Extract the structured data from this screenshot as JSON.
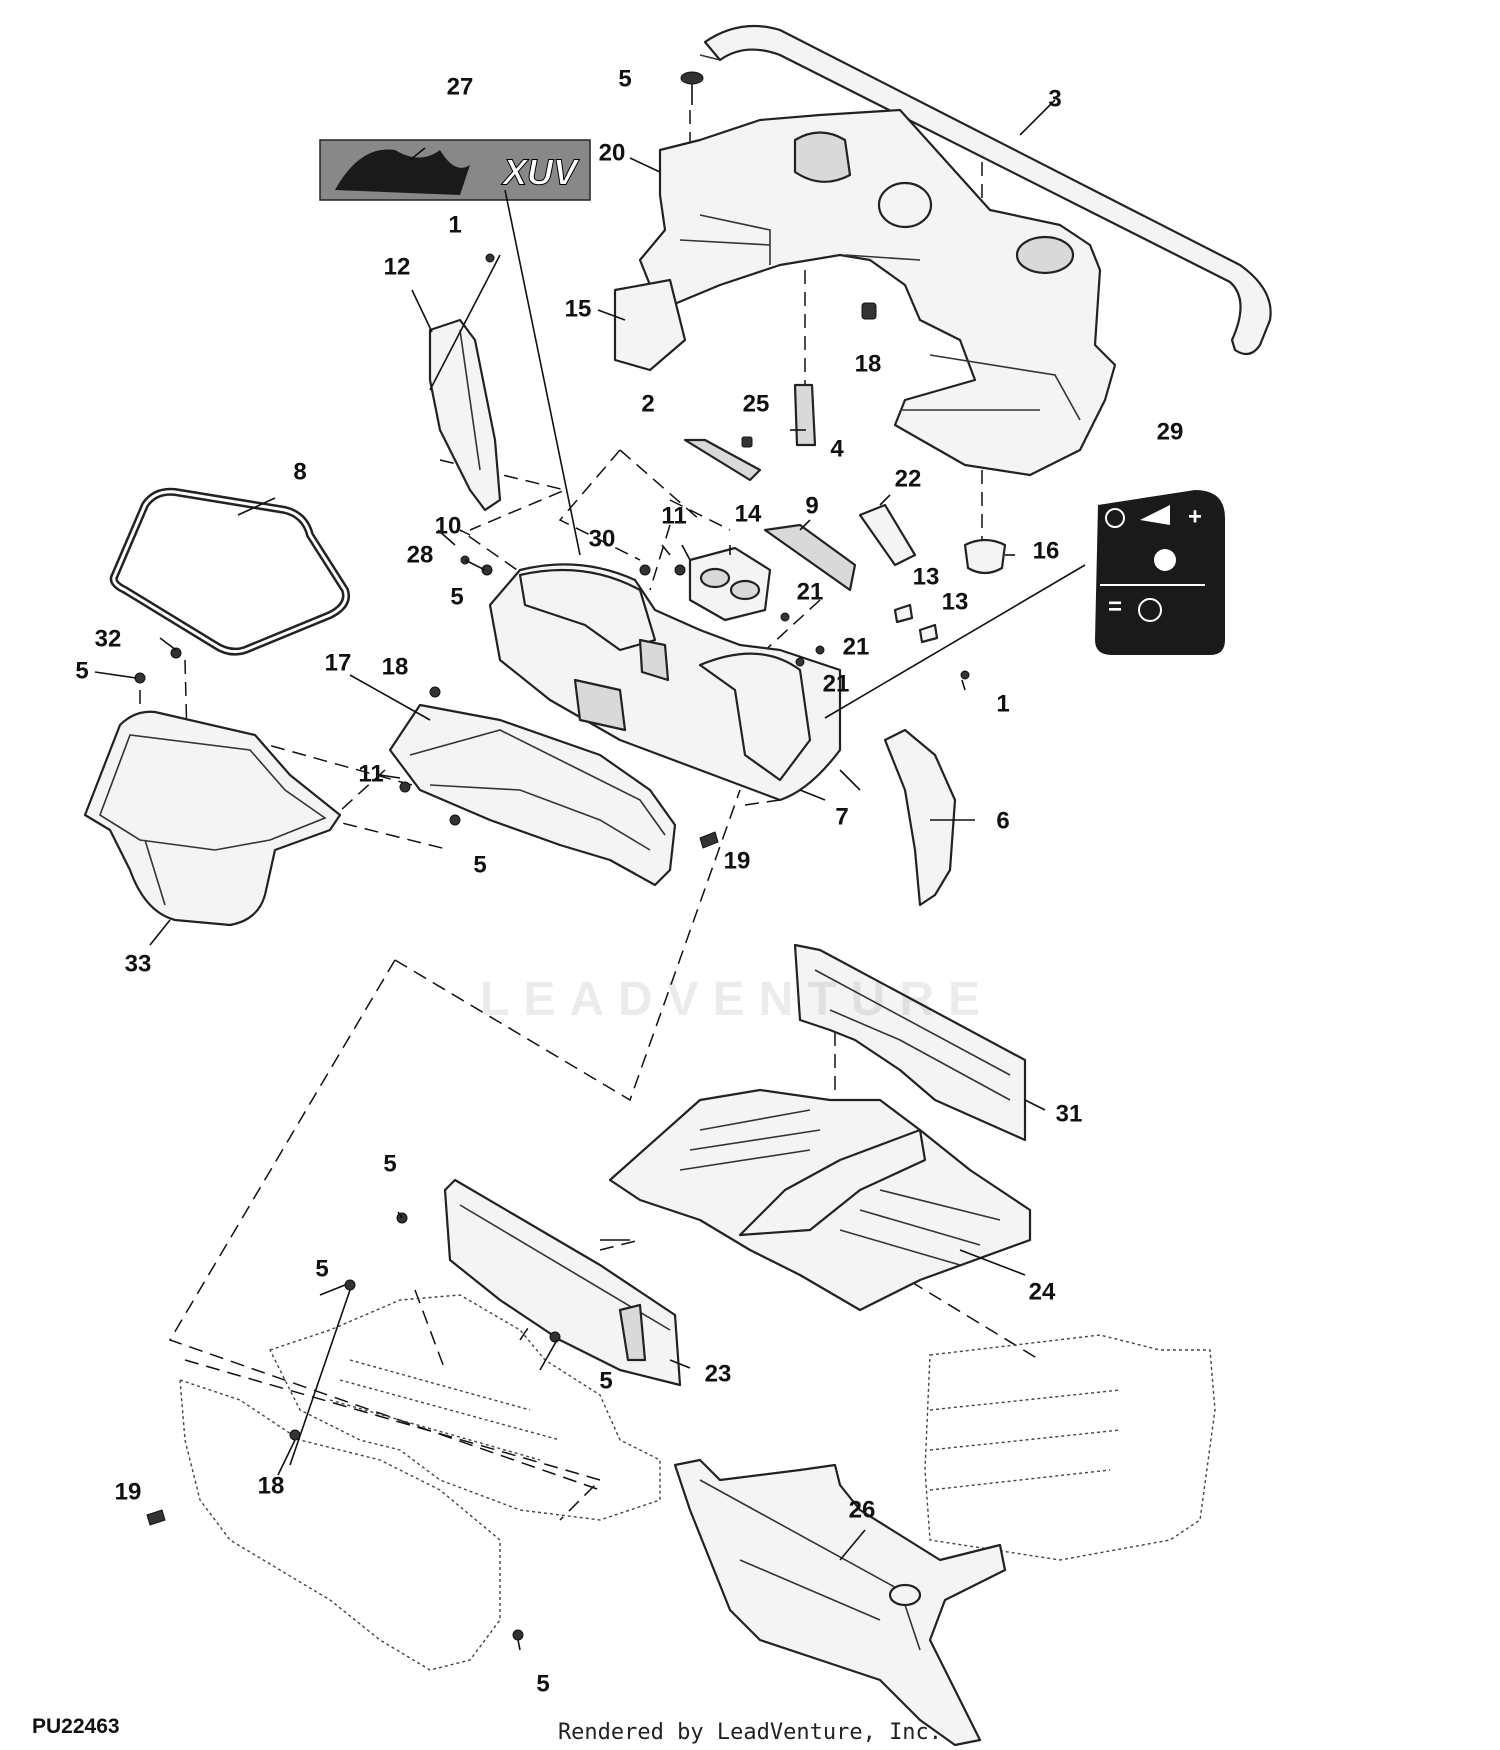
{
  "callouts": {
    "c1a": "1",
    "c1b": "1",
    "c2": "2",
    "c3": "3",
    "c4": "4",
    "c5a": "5",
    "c5b": "5",
    "c5c": "5",
    "c5d": "5",
    "c5e": "5",
    "c5f": "5",
    "c5g": "5",
    "c5h": "5",
    "c6": "6",
    "c7": "7",
    "c8": "8",
    "c9": "9",
    "c10": "10",
    "c11a": "11",
    "c11b": "11",
    "c12": "12",
    "c13a": "13",
    "c13b": "13",
    "c14": "14",
    "c15": "15",
    "c16": "16",
    "c17": "17",
    "c18a": "18",
    "c18b": "18",
    "c18c": "18",
    "c19a": "19",
    "c19b": "19",
    "c20": "20",
    "c21a": "21",
    "c21b": "21",
    "c21c": "21",
    "c22": "22",
    "c23": "23",
    "c24": "24",
    "c25": "25",
    "c26": "26",
    "c27": "27",
    "c28": "28",
    "c29": "29",
    "c30": "30",
    "c31": "31",
    "c32": "32",
    "c33": "33"
  },
  "decal_27_text": "XUV",
  "decal_29_symbols": {
    "plus": "+",
    "equals": "="
  },
  "watermark": "LEADVENTURE",
  "footer": {
    "doc_code": "PU22463",
    "credit": "Rendered by LeadVenture, Inc."
  },
  "colors": {
    "decal_dark": "#1a1a1a",
    "decal_light": "#ffffff",
    "line": "#222222"
  }
}
